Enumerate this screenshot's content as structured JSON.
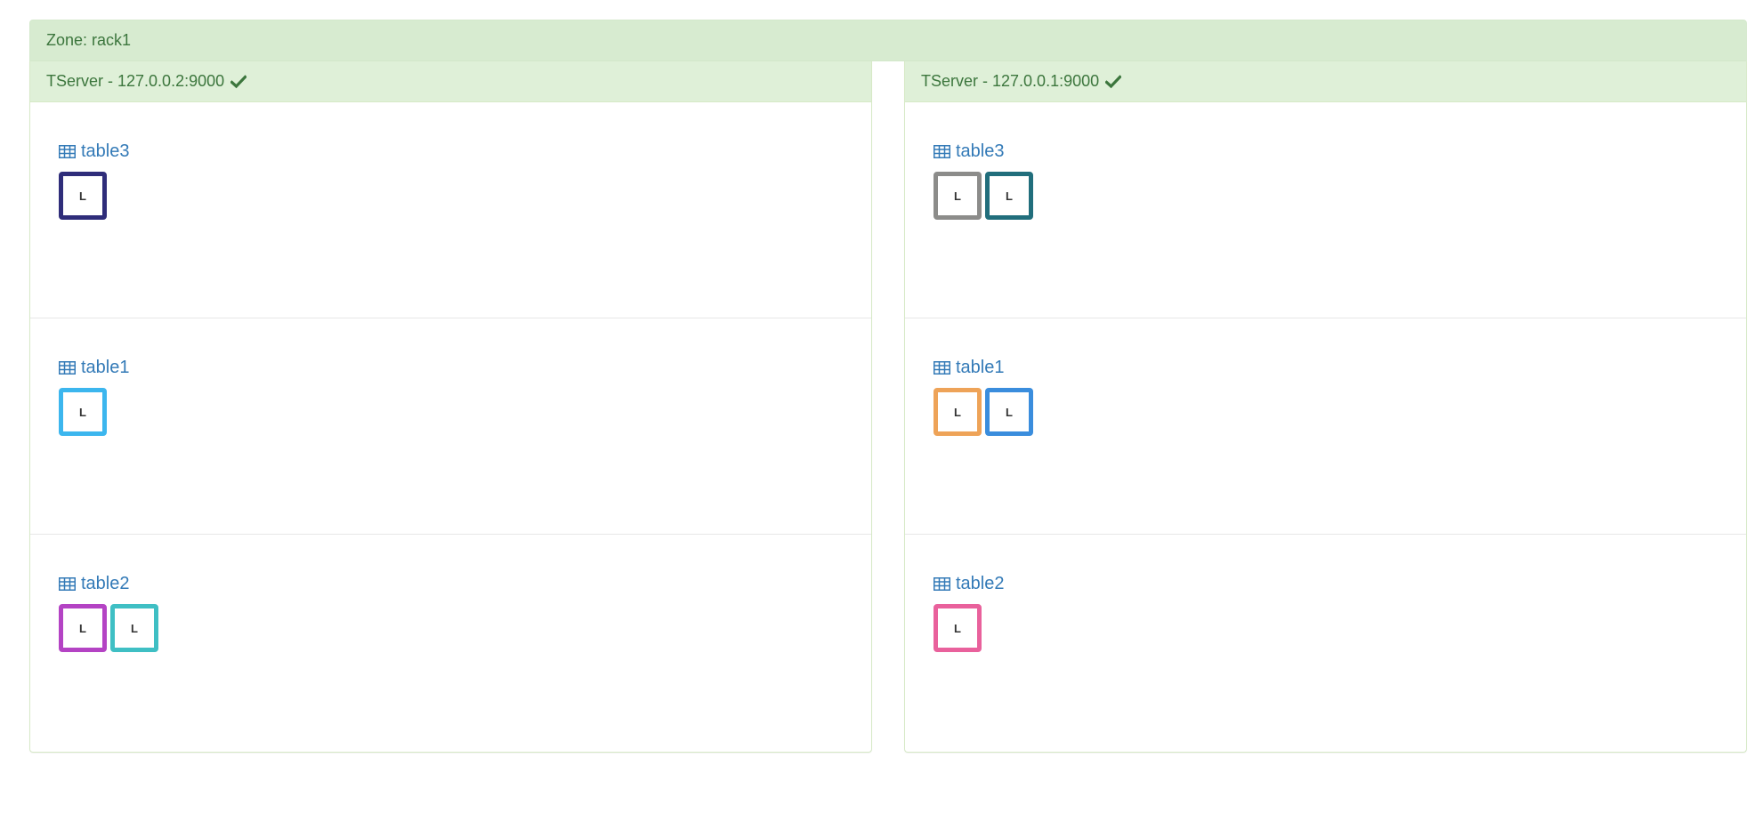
{
  "zone": {
    "label": "Zone: rack1"
  },
  "tservers": [
    {
      "title": "TServer - 127.0.0.2:9000",
      "status_icon": "check-icon",
      "tables": [
        {
          "name": "table3",
          "tablets": [
            {
              "label": "L",
              "color": "#2f2d7a"
            }
          ]
        },
        {
          "name": "table1",
          "tablets": [
            {
              "label": "L",
              "color": "#3cb6ee"
            }
          ]
        },
        {
          "name": "table2",
          "tablets": [
            {
              "label": "L",
              "color": "#b443c4"
            },
            {
              "label": "L",
              "color": "#3fbfc4"
            }
          ]
        }
      ]
    },
    {
      "title": "TServer - 127.0.0.1:9000",
      "status_icon": "check-icon",
      "tables": [
        {
          "name": "table3",
          "tablets": [
            {
              "label": "L",
              "color": "#8c8c8a"
            },
            {
              "label": "L",
              "color": "#216e7c"
            }
          ]
        },
        {
          "name": "table1",
          "tablets": [
            {
              "label": "L",
              "color": "#eea358"
            },
            {
              "label": "L",
              "color": "#3a8ddd"
            }
          ]
        },
        {
          "name": "table2",
          "tablets": [
            {
              "label": "L",
              "color": "#e9619c"
            }
          ]
        }
      ]
    }
  ],
  "colors": {
    "header_bg": "#dff0d8",
    "header_text": "#3c763d",
    "link": "#337ab7"
  }
}
